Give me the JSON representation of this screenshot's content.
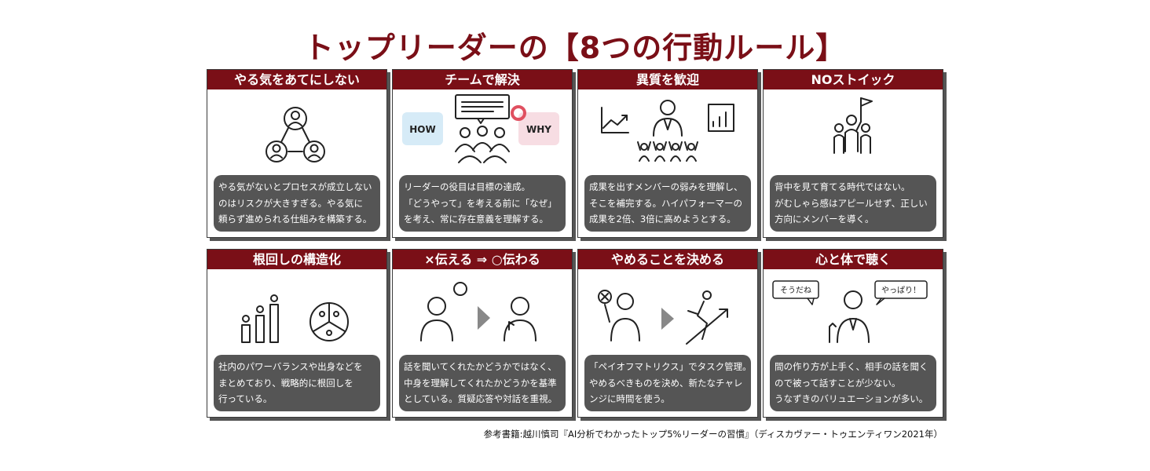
{
  "title": "トップリーダーの【8つの行動ルール】",
  "cards": [
    {
      "heading": "やる気をあてにしない",
      "lines": [
        "やる気がないとプロセスが成立しない",
        "のはリスクが大きすぎる。やる気に",
        "頼らず進められる仕組みを構築する。"
      ]
    },
    {
      "heading": "チームで解決",
      "lines": [
        "リーダーの役目は目標の達成。",
        "「どうやって」を考える前に「なぜ」",
        "を考え、常に存在意義を理解する。"
      ],
      "how_label": "HOW",
      "why_label": "WHY"
    },
    {
      "heading": "異質を歓迎",
      "lines": [
        "成果を出すメンバーの弱みを理解し、",
        "そこを補完する。ハイパフォーマーの",
        "成果を2倍、3倍に高めようとする。"
      ]
    },
    {
      "heading": "NOストイック",
      "lines": [
        "背中を見て育てる時代ではない。",
        "がむしゃら感はアピールせず、正しい",
        "方向にメンバーを導く。"
      ]
    },
    {
      "heading": "根回しの構造化",
      "lines": [
        "社内のパワーバランスや出身などを",
        "まとめており、戦略的に根回しを",
        "行っている。"
      ]
    },
    {
      "heading": "×伝える ⇒ ○伝わる",
      "lines": [
        "話を聞いてくれたかどうかではなく、",
        "中身を理解してくれたかどうかを基準",
        "としている。質疑応答や対話を重視。"
      ]
    },
    {
      "heading": "やめることを決める",
      "lines": [
        "「ペイオフマトリクス」でタスク管理。",
        "やめるべきものを決め、新たなチャレ",
        "ンジに時間を使う。"
      ]
    },
    {
      "heading": "心と体で聴く",
      "lines": [
        "間の作り方が上手く、相手の話を聞く",
        "ので被って話すことが少ない。",
        "うなずきのバリュエーションが多い。"
      ],
      "bubble_left": "そうだね",
      "bubble_right": "やっぱり！"
    }
  ],
  "footer": "参考書籍:越川慎司『AI分析でわかったトップ5%リーダーの習慣』（ディスカヴァー・トゥエンティワン2021年）",
  "colors": {
    "accent": "#7a0f17",
    "text_box": "#555555",
    "how_bg": "#d6ebf7",
    "why_bg": "#f7dde3",
    "ring": "#e05060"
  }
}
